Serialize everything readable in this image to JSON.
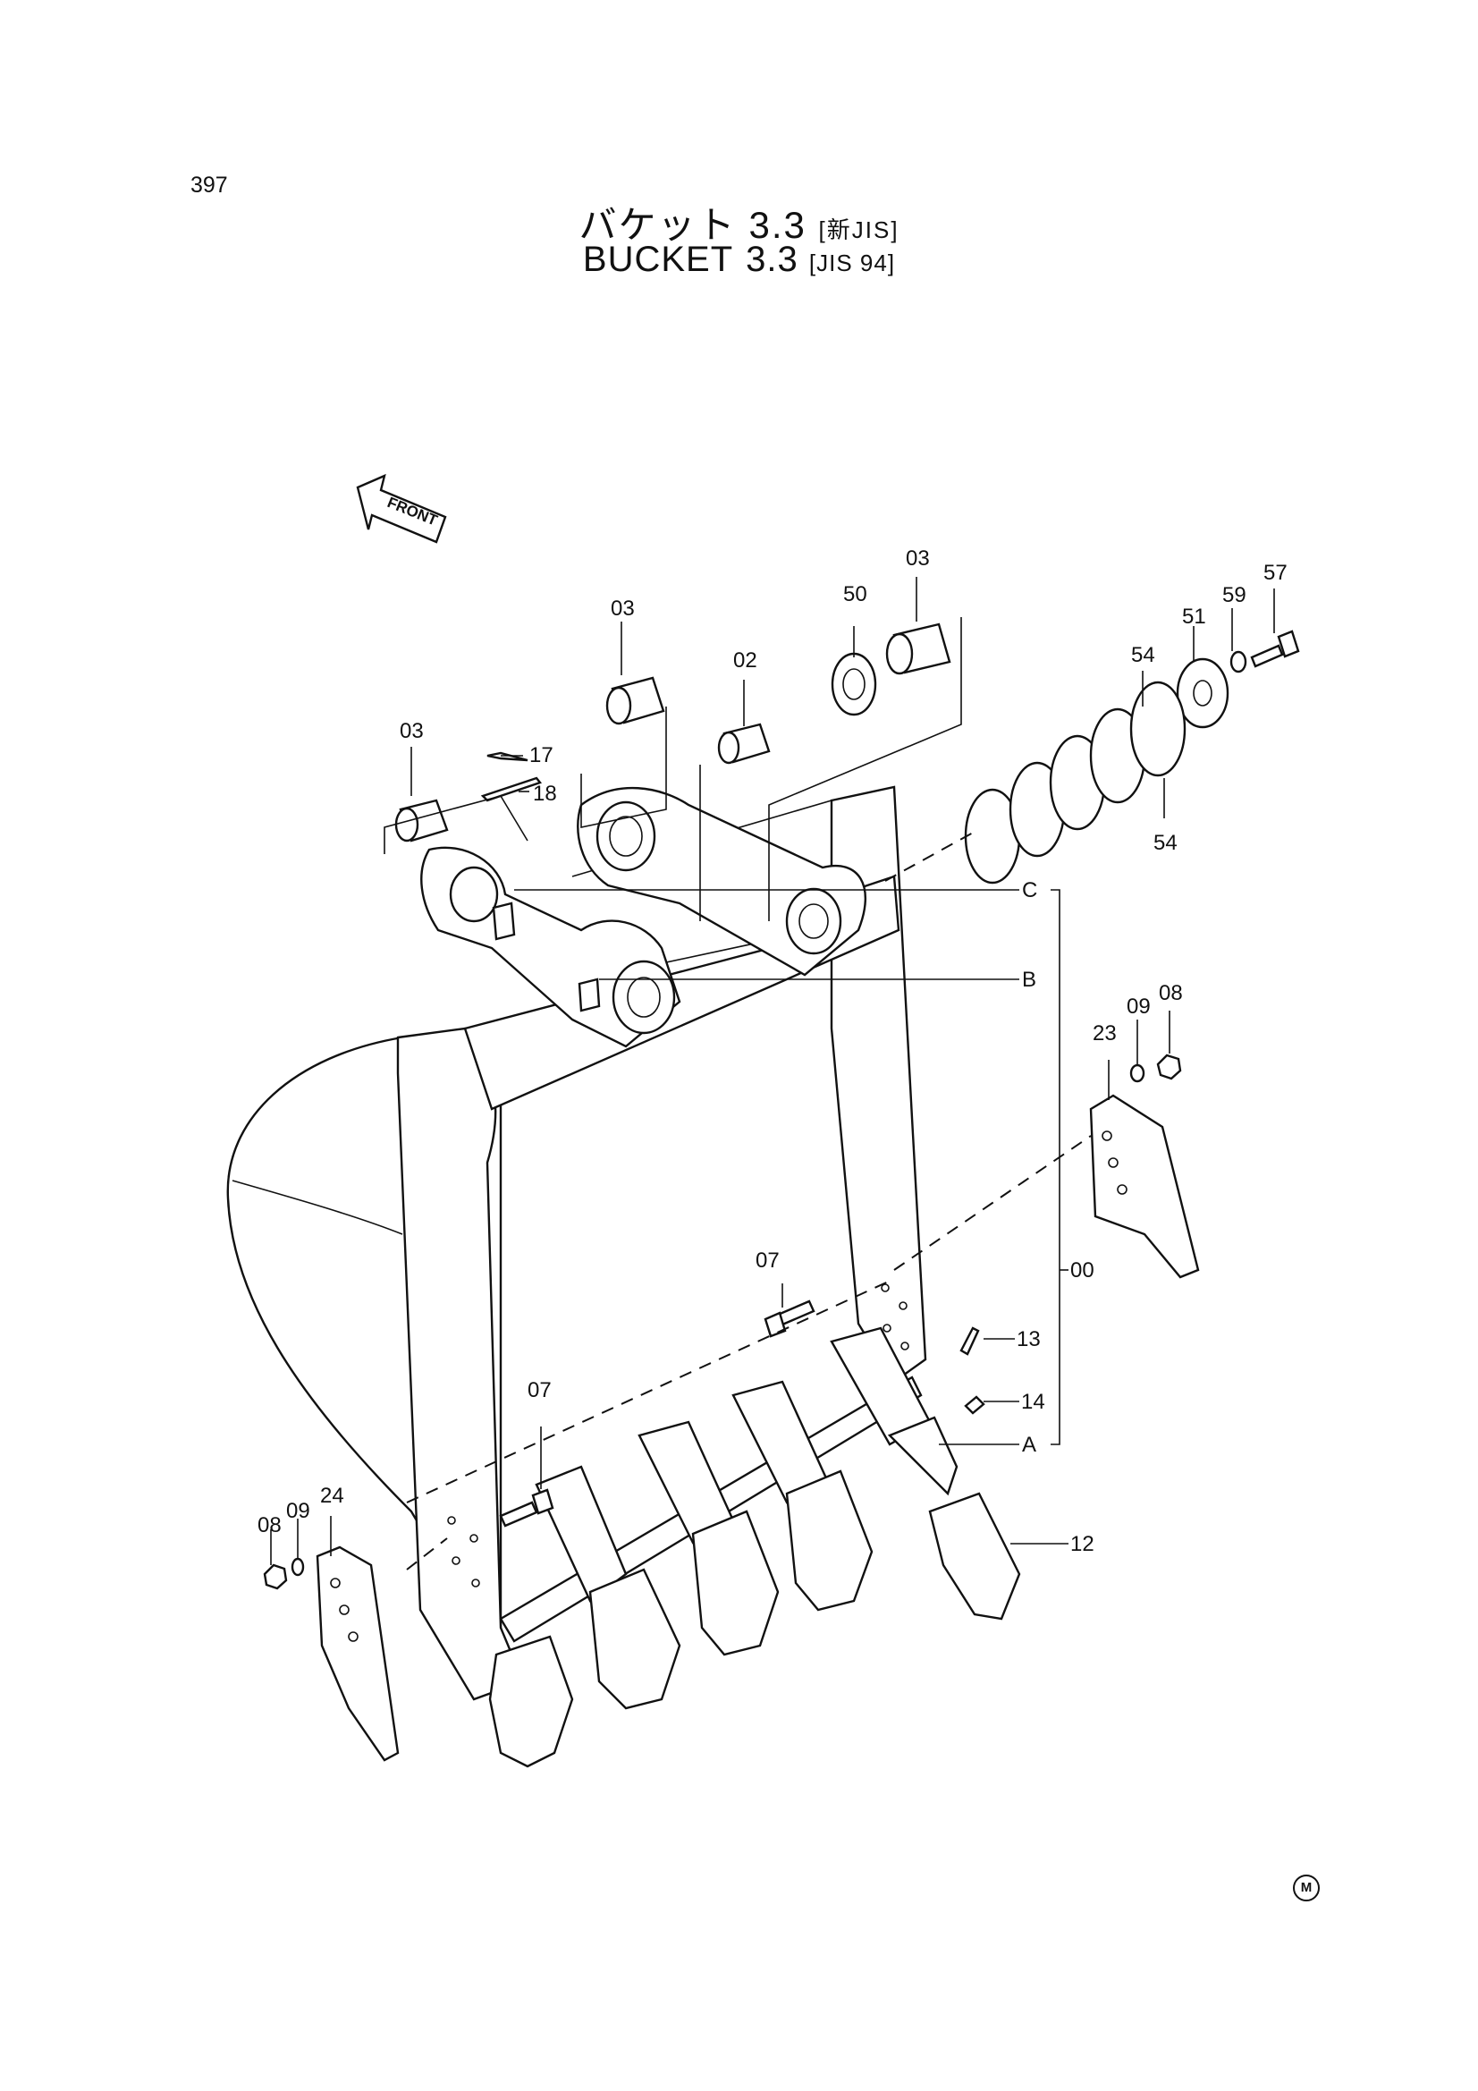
{
  "page_number": "397",
  "title_jp": {
    "main": "バケット",
    "size": "3.3",
    "spec": "[新JIS]"
  },
  "title_en": {
    "main": "BUCKET",
    "size": "3.3",
    "spec": "[JIS 94]"
  },
  "front_arrow": "FRONT",
  "callouts": {
    "p03a": "03",
    "p03b": "03",
    "p03c": "03",
    "p02": "02",
    "p50": "50",
    "p51": "51",
    "p59": "59",
    "p57": "57",
    "p54a": "54",
    "p54b": "54",
    "p17": "17",
    "p18": "18",
    "pC": "C",
    "pB": "B",
    "pA": "A",
    "p00": "00",
    "p23": "23",
    "p09a": "09",
    "p08a": "08",
    "p07a": "07",
    "p07b": "07",
    "p13": "13",
    "p14": "14",
    "p12": "12",
    "p24": "24",
    "p09b": "09",
    "p08b": "08"
  },
  "corner_mark": "M"
}
